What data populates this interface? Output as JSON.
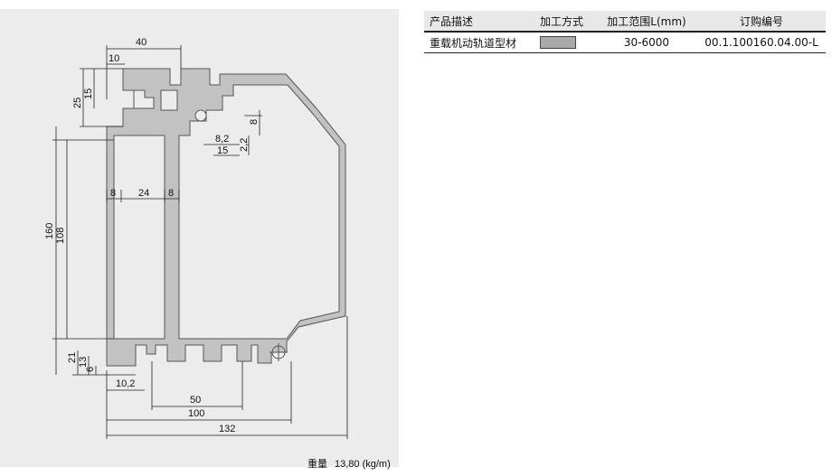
{
  "drawing": {
    "dimensions": {
      "width_top": "40",
      "slot_offset": "10",
      "height_25": "25",
      "height_15": "15",
      "slot_8_2": "8,2",
      "slot_2_2": "2,2",
      "slot_8": "8",
      "slot_15": "15",
      "wall_left": "8",
      "cavity": "24",
      "wall_right": "8",
      "total_height": "160",
      "inner_height": "108",
      "bottom_21": "21",
      "bottom_13": "13",
      "bottom_6": "6",
      "bottom_10_2": "10,2",
      "pitch_50": "50",
      "pitch_100": "100",
      "total_width": "132"
    },
    "weight_label": "重量",
    "weight_value": "13,80 (kg/m)"
  },
  "table": {
    "headers": [
      "产品描述",
      "加工方式",
      "加工范围L(mm)",
      "订购编号"
    ],
    "rows": [
      {
        "description": "重载机动轨道型材",
        "process_icon": "gray-swatch",
        "range": "30-6000",
        "order_no": "00.1.100160.04.00-L"
      }
    ]
  },
  "colors": {
    "panel_bg": "#ececec",
    "profile_fill": "#c2c2c2",
    "swatch": "#a9a9a9"
  }
}
